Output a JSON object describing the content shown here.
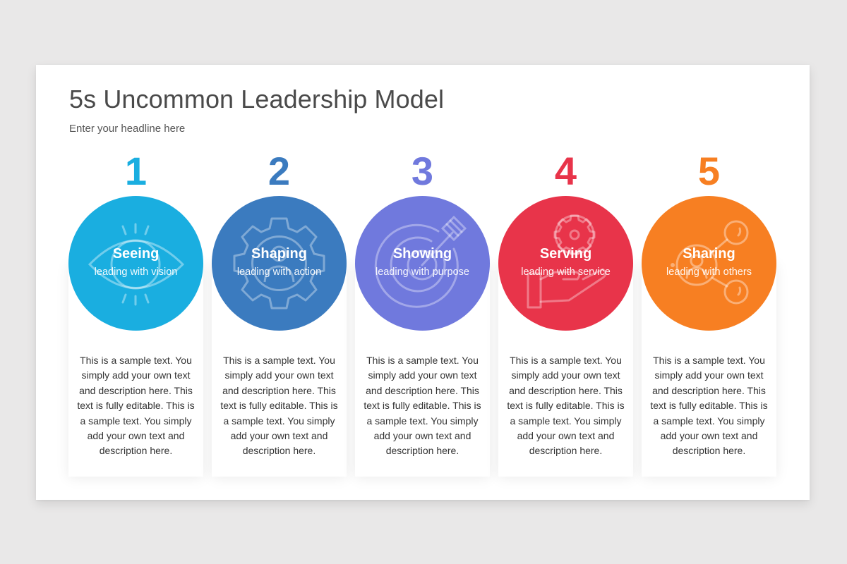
{
  "slide": {
    "title": "5s Uncommon Leadership Model",
    "subtitle": "Enter your headline here"
  },
  "steps": [
    {
      "number": "1",
      "label": "Seeing",
      "tagline": "leading with vision",
      "icon": "eye-icon",
      "color": "#1aaee0",
      "description": "This is a sample text. You simply add your own text and description here. This text is fully editable. This is a sample text. You simply add your own text and description here."
    },
    {
      "number": "2",
      "label": "Shaping",
      "tagline": "leading with action",
      "icon": "gear-person-icon",
      "color": "#3b7bbf",
      "description": "This is a sample text. You simply add your own text and description here. This text is fully editable. This is a sample text. You simply add your own text and description here."
    },
    {
      "number": "3",
      "label": "Showing",
      "tagline": "leading with purpose",
      "icon": "target-arrow-icon",
      "color": "#7079dd",
      "description": "This is a sample text. You simply add your own text and description here. This text is fully editable. This is a sample text. You simply add your own text and description here."
    },
    {
      "number": "4",
      "label": "Serving",
      "tagline": "leading with service",
      "icon": "hand-gear-icon",
      "color": "#e8344a",
      "description": "This is a sample text. You simply add your own text and description here. This text is fully editable. This is a sample text. You simply add your own text and description here."
    },
    {
      "number": "5",
      "label": "Sharing",
      "tagline": "leading with others",
      "icon": "share-network-icon",
      "color": "#f77f22",
      "description": "This is a sample text. You simply add your own text and description here. This text is fully editable. This is a sample text. You simply add your own text and description here."
    }
  ]
}
